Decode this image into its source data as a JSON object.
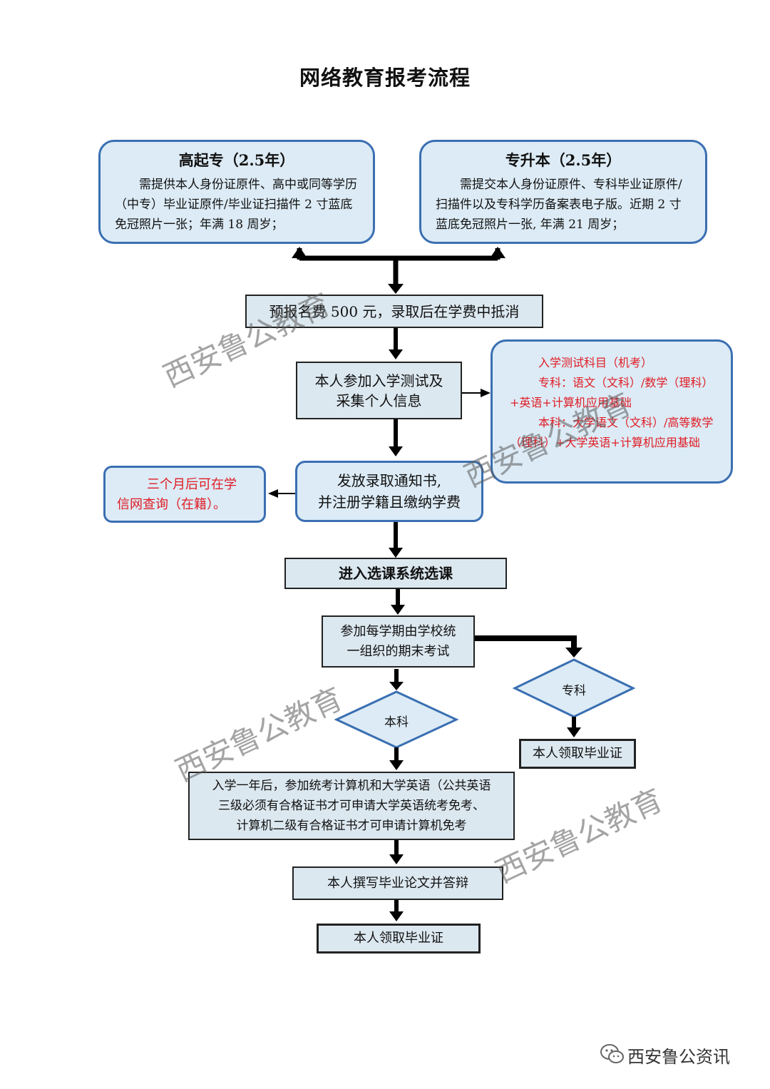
{
  "title": "网络教育报考流程",
  "gqz": {
    "heading": "高起专（2.5年）",
    "desc": "需提供本人身份证原件、高中或同等学历（中专）毕业证原件/毕业证扫描件 2 寸蓝底免冠照片一张；年满 18 周岁；"
  },
  "zsb": {
    "heading": "专升本（2.5年）",
    "desc": "需提交本人身份证原件、专科毕业证原件/扫描件以及专科学历备案表电子版。近期 2 寸蓝底免冠照片一张, 年满 21 周岁；"
  },
  "prepay": "预报名费 500 元，录取后在学费中抵消",
  "test": {
    "line1": "本人参加入学测试及",
    "line2": "采集个人信息"
  },
  "subjects": {
    "line1": "入学测试科目（机考）",
    "line2": "专科：语文（文科）/数学（理科）+英语+计算机应用基础",
    "line3": "本科：大学语文（文科）/高等数学（理科）+大学英语+计算机应用基础"
  },
  "admission": {
    "line1": "发放录取通知书,",
    "line2": "并注册学籍且缴纳学费"
  },
  "chsi": {
    "line1": "三个月后可在学",
    "line2": "信网查询（在籍）。"
  },
  "course": "进入选课系统选课",
  "exam": {
    "line1": "参加每学期由学校统",
    "line2": "一组织的期末考试"
  },
  "diamond_zk": "专科",
  "diamond_bk": "本科",
  "cert_zk": "本人领取毕业证",
  "unified": {
    "line1": "入学一年后，参加统考计算机和大学英语（公共英语",
    "line2": "三级必须有合格证书才可申请大学英语统考免考、",
    "line3": "计算机二级有合格证书才可申请计算机免考"
  },
  "thesis": "本人撰写毕业论文并答辩",
  "cert_bk": "本人领取毕业证",
  "watermark": "西安鲁公教育",
  "footer": "西安鲁公资讯",
  "colors": {
    "box_fill": "#dcebf5",
    "box_border": "#3a6fb2",
    "red_text": "#e01b24"
  }
}
